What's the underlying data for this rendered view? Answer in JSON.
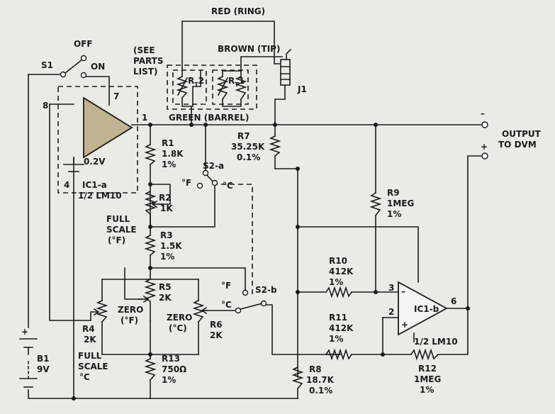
{
  "labels": {
    "red_ring": "RED (RING)",
    "brown_tip": "BROWN (TIP)",
    "green_barrel": "GREEN (BARREL)",
    "see_parts_1": "(SEE",
    "see_parts_2": "PARTS",
    "see_parts_3": "LIST)",
    "s1": "S1",
    "off": "OFF",
    "on": "ON",
    "j1": "J1",
    "rt2_main": "R",
    "rt2_sub": "T",
    "rt2_num": "2",
    "rt1_main": "R",
    "rt1_sub": "T",
    "rt1_num": "1",
    "pin8": "8",
    "pin7": "7",
    "pin1": "1",
    "pin4": "4",
    "ic1a_ref": "0.2V",
    "ic1a_name": "IC1-a",
    "ic1a_part": "1/2 LM10",
    "output_1": "OUTPUT",
    "output_2": "TO DVM",
    "out_minus": "–",
    "out_plus": "+",
    "r1_name": "R1",
    "r1_val": "1.8K",
    "r1_tol": "1%",
    "r2_name": "R2",
    "r2_val": "1K",
    "full_scale_f_1": "FULL",
    "full_scale_f_2": "SCALE",
    "full_scale_f_3": "(°F)",
    "r3_name": "R3",
    "r3_val": "1.5K",
    "r3_tol": "1%",
    "r5_name": "R5",
    "r5_val": "2K",
    "zero_f_1": "ZERO",
    "zero_f_2": "(°F)",
    "zero_c_1": "ZERO",
    "zero_c_2": "(°C)",
    "r6_name": "R6",
    "r6_val": "2K",
    "r4_name": "R4",
    "r4_val": "2K",
    "full_scale_c_1": "FULL",
    "full_scale_c_2": "SCALE",
    "full_scale_c_3": "°C",
    "r13_name": "R13",
    "r13_val": "750Ω",
    "r13_tol": "1%",
    "b1_name": "B1",
    "b1_val": "9V",
    "b1_plus": "+",
    "s2a": "S2-a",
    "s2a_f": "°F",
    "s2a_c": "°C",
    "s2b": "S2-b",
    "s2b_f": "°F",
    "s2b_c": "°C",
    "r7_name": "R7",
    "r7_val": "35.25K",
    "r7_tol": "0.1%",
    "r9_name": "R9",
    "r9_val": "1MEG",
    "r9_tol": "1%",
    "r10_name": "R10",
    "r10_val": "412K",
    "r10_tol": "1%",
    "r11_name": "R11",
    "r11_val": "412K",
    "r11_tol": "1%",
    "pin3": "3",
    "pin2": "2",
    "pin6": "6",
    "ic1b_name": "IC1-b",
    "ic1b_minus": "–",
    "ic1b_plus": "+",
    "ic1b_part": "1/2 LM10",
    "r8_name": "R8",
    "r8_val": "18.7K",
    "r8_tol": "0.1%",
    "r12_name": "R12",
    "r12_val": "1MEG",
    "r12_tol": "1%"
  }
}
